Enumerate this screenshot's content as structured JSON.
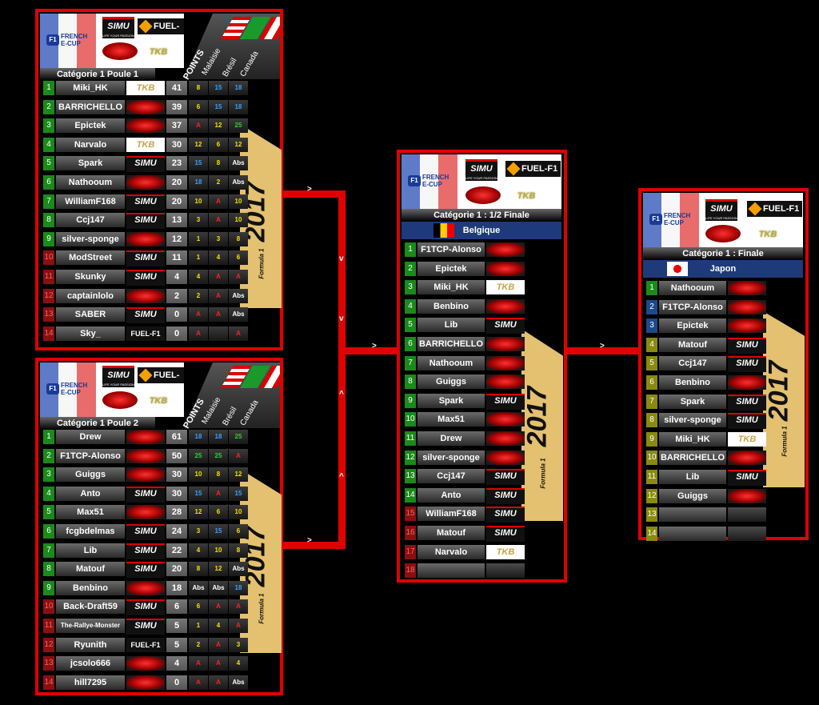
{
  "brand": {
    "ecup_line1": "FRENCH",
    "ecup_line2": "E-CUP",
    "f1": "F1",
    "simu": "SIMU",
    "simu_tag": "LIFE YOUR PASSION",
    "fuel": "FUEL-F1",
    "tkb": "TKB"
  },
  "decor": {
    "year": "2017",
    "formula": "Formula 1"
  },
  "arrows": {
    "right": ">",
    "down": "v",
    "up": "^"
  },
  "colors": {
    "frame": "#e00000",
    "gp_bar": "#1e3a7a",
    "deco": "#e4c170"
  },
  "poule1": {
    "title": "Catégorie 1  Poule 1",
    "points_label": "POINTS",
    "races": [
      "Malaisie",
      "Brésil",
      "Canada"
    ],
    "rows": [
      {
        "rank": "1",
        "name": "Miki_HK",
        "team": "tkb",
        "pts": "41",
        "r": [
          [
            "8",
            "y"
          ],
          [
            "15",
            "b"
          ],
          [
            "18",
            "b"
          ]
        ],
        "rc": "g"
      },
      {
        "rank": "2",
        "name": "BARRICHELLO",
        "team": "red",
        "pts": "39",
        "r": [
          [
            "6",
            "y"
          ],
          [
            "15",
            "b"
          ],
          [
            "18",
            "b"
          ]
        ],
        "rc": "g"
      },
      {
        "rank": "3",
        "name": "Epictek",
        "team": "red",
        "pts": "37",
        "r": [
          [
            "A",
            "r"
          ],
          [
            "12",
            "y"
          ],
          [
            "25",
            "g"
          ]
        ],
        "rc": "g"
      },
      {
        "rank": "4",
        "name": "Narvalo",
        "team": "tkb",
        "pts": "30",
        "r": [
          [
            "12",
            "y"
          ],
          [
            "6",
            "y"
          ],
          [
            "12",
            "y"
          ]
        ],
        "rc": "g"
      },
      {
        "rank": "5",
        "name": "Spark",
        "team": "simu",
        "pts": "23",
        "r": [
          [
            "15",
            "b"
          ],
          [
            "8",
            "y"
          ],
          [
            "Abs",
            "w"
          ]
        ],
        "rc": "g"
      },
      {
        "rank": "6",
        "name": "Nathooum",
        "team": "red",
        "pts": "20",
        "r": [
          [
            "18",
            "b"
          ],
          [
            "2",
            "y"
          ],
          [
            "Abs",
            "w"
          ]
        ],
        "rc": "g"
      },
      {
        "rank": "7",
        "name": "WilliamF168",
        "team": "simu",
        "pts": "20",
        "r": [
          [
            "10",
            "y"
          ],
          [
            "A",
            "r"
          ],
          [
            "10",
            "y"
          ]
        ],
        "rc": "g"
      },
      {
        "rank": "8",
        "name": "Ccj147",
        "team": "simu",
        "pts": "13",
        "r": [
          [
            "3",
            "y"
          ],
          [
            "A",
            "r"
          ],
          [
            "10",
            "y"
          ]
        ],
        "rc": "g"
      },
      {
        "rank": "9",
        "name": "silver-sponge",
        "team": "red",
        "pts": "12",
        "r": [
          [
            "1",
            "y"
          ],
          [
            "3",
            "y"
          ],
          [
            "8",
            "y"
          ]
        ],
        "rc": "g"
      },
      {
        "rank": "10",
        "name": "ModStreet",
        "team": "simu",
        "pts": "11",
        "r": [
          [
            "1",
            "y"
          ],
          [
            "4",
            "y"
          ],
          [
            "6",
            "y"
          ]
        ],
        "rc": "r"
      },
      {
        "rank": "11",
        "name": "Skunky",
        "team": "simu",
        "pts": "4",
        "r": [
          [
            "4",
            "y"
          ],
          [
            "A",
            "r"
          ],
          [
            "A",
            "r"
          ]
        ],
        "rc": "r"
      },
      {
        "rank": "12",
        "name": "captainlolo",
        "team": "red",
        "pts": "2",
        "r": [
          [
            "2",
            "y"
          ],
          [
            "A",
            "r"
          ],
          [
            "Abs",
            "w"
          ]
        ],
        "rc": "r"
      },
      {
        "rank": "13",
        "name": "SABER",
        "team": "simu",
        "pts": "0",
        "r": [
          [
            "A",
            "r"
          ],
          [
            "A",
            "r"
          ],
          [
            "Abs",
            "w"
          ]
        ],
        "rc": "r"
      },
      {
        "rank": "14",
        "name": "Sky_",
        "team": "fuel",
        "pts": "0",
        "r": [
          [
            "A",
            "r"
          ],
          [
            "",
            ""
          ],
          [
            "A",
            "r"
          ]
        ],
        "rc": "r"
      }
    ]
  },
  "poule2": {
    "title": "Catégorie 1  Poule 2",
    "points_label": "POINTS",
    "races": [
      "Malaisie",
      "Brésil",
      "Canada"
    ],
    "rows": [
      {
        "rank": "1",
        "name": "Drew",
        "team": "red",
        "pts": "61",
        "r": [
          [
            "18",
            "b"
          ],
          [
            "18",
            "b"
          ],
          [
            "25",
            "g"
          ]
        ],
        "rc": "g"
      },
      {
        "rank": "2",
        "name": "F1TCP-Alonso",
        "team": "red",
        "pts": "50",
        "r": [
          [
            "25",
            "g"
          ],
          [
            "25",
            "g"
          ],
          [
            "A",
            "r"
          ]
        ],
        "rc": "g"
      },
      {
        "rank": "3",
        "name": "Guiggs",
        "team": "red",
        "pts": "30",
        "r": [
          [
            "10",
            "y"
          ],
          [
            "8",
            "y"
          ],
          [
            "12",
            "y"
          ]
        ],
        "rc": "g"
      },
      {
        "rank": "4",
        "name": "Anto",
        "team": "simu",
        "pts": "30",
        "r": [
          [
            "15",
            "b"
          ],
          [
            "A",
            "r"
          ],
          [
            "15",
            "b"
          ]
        ],
        "rc": "g"
      },
      {
        "rank": "5",
        "name": "Max51",
        "team": "red",
        "pts": "28",
        "r": [
          [
            "12",
            "y"
          ],
          [
            "6",
            "y"
          ],
          [
            "10",
            "y"
          ]
        ],
        "rc": "g"
      },
      {
        "rank": "6",
        "name": "fcgbdelmas",
        "team": "simu",
        "pts": "24",
        "r": [
          [
            "3",
            "y"
          ],
          [
            "15",
            "b"
          ],
          [
            "6",
            "y"
          ]
        ],
        "rc": "g"
      },
      {
        "rank": "7",
        "name": "Lib",
        "team": "simu",
        "pts": "22",
        "r": [
          [
            "4",
            "y"
          ],
          [
            "10",
            "y"
          ],
          [
            "8",
            "y"
          ]
        ],
        "rc": "g"
      },
      {
        "rank": "8",
        "name": "Matouf",
        "team": "simu",
        "pts": "20",
        "r": [
          [
            "8",
            "y"
          ],
          [
            "12",
            "y"
          ],
          [
            "Abs",
            "w"
          ]
        ],
        "rc": "g"
      },
      {
        "rank": "9",
        "name": "Benbino",
        "team": "red",
        "pts": "18",
        "r": [
          [
            "Abs",
            "w"
          ],
          [
            "Abs",
            "w"
          ],
          [
            "18",
            "b"
          ]
        ],
        "rc": "g"
      },
      {
        "rank": "10",
        "name": "Back-Draft59",
        "team": "simu",
        "pts": "6",
        "r": [
          [
            "6",
            "y"
          ],
          [
            "A",
            "r"
          ],
          [
            "A",
            "r"
          ]
        ],
        "rc": "r"
      },
      {
        "rank": "11",
        "name": "The-Rallye-Monster",
        "team": "simu",
        "pts": "5",
        "r": [
          [
            "1",
            "y"
          ],
          [
            "4",
            "y"
          ],
          [
            "A",
            "r"
          ]
        ],
        "rc": "r"
      },
      {
        "rank": "12",
        "name": "Ryunith",
        "team": "fuel",
        "pts": "5",
        "r": [
          [
            "2",
            "y"
          ],
          [
            "A",
            "r"
          ],
          [
            "3",
            "y"
          ]
        ],
        "rc": "r"
      },
      {
        "rank": "13",
        "name": "jcsolo666",
        "team": "red",
        "pts": "4",
        "r": [
          [
            "A",
            "r"
          ],
          [
            "A",
            "r"
          ],
          [
            "4",
            "y"
          ]
        ],
        "rc": "r"
      },
      {
        "rank": "14",
        "name": "hill7295",
        "team": "red",
        "pts": "0",
        "r": [
          [
            "A",
            "r"
          ],
          [
            "A",
            "r"
          ],
          [
            "Abs",
            "w"
          ]
        ],
        "rc": "r"
      }
    ]
  },
  "semi": {
    "title": "Catégorie 1 : 1/2 Finale",
    "gp": "Belgique",
    "rows": [
      {
        "rank": "1",
        "name": "F1TCP-Alonso",
        "team": "red",
        "rc": "g"
      },
      {
        "rank": "2",
        "name": "Epictek",
        "team": "red",
        "rc": "g"
      },
      {
        "rank": "3",
        "name": "Miki_HK",
        "team": "tkb",
        "rc": "g"
      },
      {
        "rank": "4",
        "name": "Benbino",
        "team": "red",
        "rc": "g"
      },
      {
        "rank": "5",
        "name": "Lib",
        "team": "simu",
        "rc": "g"
      },
      {
        "rank": "6",
        "name": "BARRICHELLO",
        "team": "red",
        "rc": "g"
      },
      {
        "rank": "7",
        "name": "Nathooum",
        "team": "red",
        "rc": "g"
      },
      {
        "rank": "8",
        "name": "Guiggs",
        "team": "red",
        "rc": "g"
      },
      {
        "rank": "9",
        "name": "Spark",
        "team": "simu",
        "rc": "g"
      },
      {
        "rank": "10",
        "name": "Max51",
        "team": "red",
        "rc": "g"
      },
      {
        "rank": "11",
        "name": "Drew",
        "team": "red",
        "rc": "g"
      },
      {
        "rank": "12",
        "name": "silver-sponge",
        "team": "red",
        "rc": "g"
      },
      {
        "rank": "13",
        "name": "Ccj147",
        "team": "simu",
        "rc": "g"
      },
      {
        "rank": "14",
        "name": "Anto",
        "team": "simu",
        "rc": "g"
      },
      {
        "rank": "15",
        "name": "WilliamF168",
        "team": "simu",
        "rc": "r"
      },
      {
        "rank": "16",
        "name": "Matouf",
        "team": "simu",
        "rc": "r"
      },
      {
        "rank": "17",
        "name": "Narvalo",
        "team": "tkb",
        "rc": "r"
      },
      {
        "rank": "18",
        "name": "",
        "team": "",
        "rc": "r"
      }
    ]
  },
  "final": {
    "title": "Catégorie 1 : Finale",
    "gp": "Japon",
    "rows": [
      {
        "rank": "1",
        "name": "Nathooum",
        "team": "red",
        "rc": "g"
      },
      {
        "rank": "2",
        "name": "F1TCP-Alonso",
        "team": "red",
        "rc": "b"
      },
      {
        "rank": "3",
        "name": "Epictek",
        "team": "red",
        "rc": "b"
      },
      {
        "rank": "4",
        "name": "Matouf",
        "team": "simu",
        "rc": "y"
      },
      {
        "rank": "5",
        "name": "Ccj147",
        "team": "simu",
        "rc": "y"
      },
      {
        "rank": "6",
        "name": "Benbino",
        "team": "red",
        "rc": "y"
      },
      {
        "rank": "7",
        "name": "Spark",
        "team": "simu",
        "rc": "y"
      },
      {
        "rank": "8",
        "name": "silver-sponge",
        "team": "simu",
        "rc": "y"
      },
      {
        "rank": "9",
        "name": "Miki_HK",
        "team": "tkb",
        "rc": "y"
      },
      {
        "rank": "10",
        "name": "BARRICHELLO",
        "team": "red",
        "rc": "y"
      },
      {
        "rank": "11",
        "name": "Lib",
        "team": "simu",
        "rc": "y"
      },
      {
        "rank": "12",
        "name": "Guiggs",
        "team": "red",
        "rc": "y"
      },
      {
        "rank": "13",
        "name": "",
        "team": "",
        "rc": "y"
      },
      {
        "rank": "14",
        "name": "",
        "team": "",
        "rc": "y"
      }
    ]
  }
}
